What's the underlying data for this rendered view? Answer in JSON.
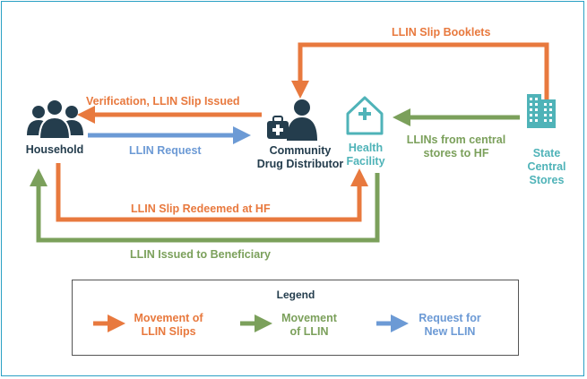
{
  "colors": {
    "orange": "#e8793e",
    "green": "#7ba05b",
    "blue": "#6c9ad5",
    "teal": "#4fb3b8",
    "dark": "#243d4d",
    "border": "#2aa0c4"
  },
  "nodes": {
    "household": "Household",
    "cdd": "Community\nDrug Distributor",
    "health_facility": "Health\nFacility",
    "state_stores": "State\nCentral\nStores"
  },
  "arrows": {
    "slip_booklets": "LLIN Slip Booklets",
    "verification": "Verification, LLIN Slip Issued",
    "llin_request": "LLIN Request",
    "llins_from_central": "LLINs from central\nstores to HF",
    "slip_redeemed": "LLIN Slip Redeemed at HF",
    "llin_issued": "LLIN Issued to Beneficiary"
  },
  "legend": {
    "title": "Legend",
    "items": [
      {
        "label": "Movement of\nLLIN Slips",
        "color": "orange"
      },
      {
        "label": "Movement\nof LLIN",
        "color": "green"
      },
      {
        "label": "Request for\nNew LLIN",
        "color": "blue"
      }
    ]
  },
  "icons": [
    "people-group-icon",
    "health-worker-icon",
    "health-facility-icon",
    "buildings-icon"
  ]
}
